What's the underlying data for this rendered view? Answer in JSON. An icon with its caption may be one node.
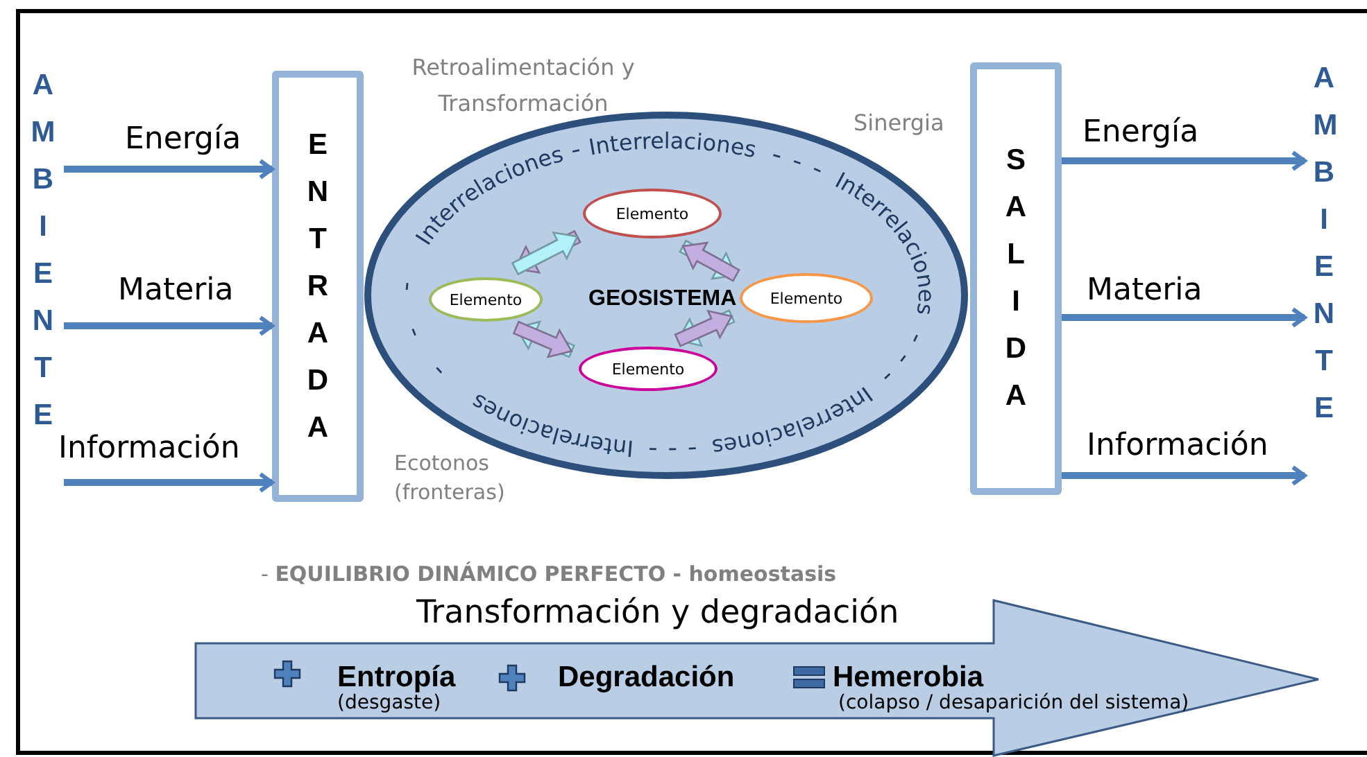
{
  "diagram": {
    "nodes": [
      {
        "text": [
          "AMBIENTE"
        ]
      },
      {
        "text": [
          "ENTRADA"
        ]
      },
      {
        "text": [
          "Interrelaciones",
          "Interrelaciones",
          "Interrelaciones",
          "Interrelaciones",
          "Interrelaciones",
          "GEOSISTEMA"
        ]
      },
      {
        "text": [
          "Elemento"
        ],
        "in": 2
      },
      {
        "text": [
          "Elemento"
        ],
        "in": 2
      },
      {
        "text": [
          "Elemento"
        ],
        "in": 2
      },
      {
        "text": [
          "Elemento"
        ],
        "in": 2
      },
      {
        "text": [
          "SALIDA"
        ]
      },
      {
        "text": [
          "AMBIENTE"
        ]
      },
      {
        "text": [
          "Transformación y degradación",
          "Entropía",
          "(desgaste)",
          "Degradación",
          "Hemerobia",
          "(colapso / desaparición del sistema)"
        ]
      }
    ],
    "edges": [
      {
        "from": 0,
        "to": 1,
        "arrow": "to",
        "label": "Energía"
      },
      {
        "from": 0,
        "to": 1,
        "arrow": "to",
        "label": "Materia"
      },
      {
        "from": 0,
        "to": 1,
        "arrow": "to",
        "label": "Información"
      },
      {
        "from": 3,
        "to": 4,
        "arrow": "to",
        "style": "thick",
        "color": "#c3aee0"
      },
      {
        "from": 4,
        "to": 3,
        "arrow": "to",
        "style": "thick",
        "color": "#b2f0fa"
      },
      {
        "from": 3,
        "to": 5,
        "arrow": "to",
        "style": "thick",
        "color": "#b2f0fa"
      },
      {
        "from": 5,
        "to": 3,
        "arrow": "to",
        "style": "thick",
        "color": "#c3aee0"
      },
      {
        "from": 5,
        "to": 6,
        "arrow": "to",
        "style": "thick",
        "color": "#b2f0fa"
      },
      {
        "from": 6,
        "to": 5,
        "arrow": "to",
        "style": "thick",
        "color": "#c3aee0"
      },
      {
        "from": 6,
        "to": 4,
        "arrow": "to",
        "style": "thick",
        "color": "#b2f0fa"
      },
      {
        "from": 4,
        "to": 6,
        "arrow": "to",
        "style": "thick",
        "color": "#c3aee0"
      },
      {
        "from": 7,
        "to": 8,
        "arrow": "to",
        "label": "Energía"
      },
      {
        "from": 7,
        "to": 8,
        "arrow": "to",
        "label": "Materia"
      },
      {
        "from": 7,
        "to": 8,
        "arrow": "to",
        "label": "Información"
      }
    ],
    "labels": [
      "Retroalimentación y Transformación",
      "Sinergia",
      "Ecotonos (fronteras)",
      "- **EQUILIBRIO DINÁMICO PERFECTO - homeostasis**"
    ]
  }
}
